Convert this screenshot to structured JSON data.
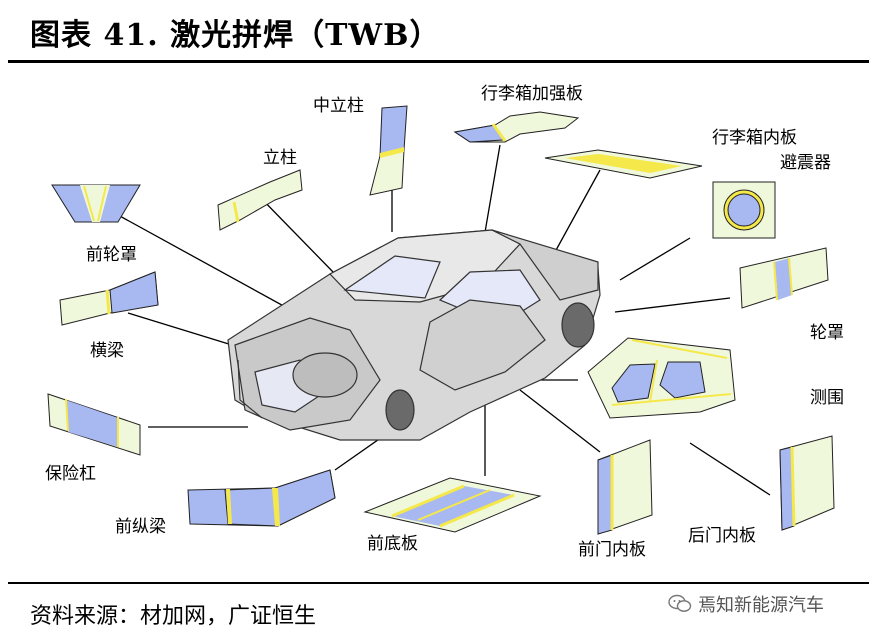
{
  "title": "图表 41. 激光拼焊（TWB）",
  "parts": {
    "center_pillar": "中立柱",
    "trunk_reinforcement": "行李箱加强板",
    "pillar": "立柱",
    "trunk_inner": "行李箱内板",
    "shock_absorber": "避震器",
    "front_wheelhouse": "前轮罩",
    "crossbeam": "横梁",
    "wheelhouse": "轮罩",
    "side_frame": "测围",
    "bumper": "保险杠",
    "front_rail": "前纵梁",
    "front_floor": "前底板",
    "front_door_inner": "前门内板",
    "rear_door_inner": "后门内板"
  },
  "source": "资料来源：材加网，广证恒生",
  "watermark": "焉知新能源汽车",
  "colors": {
    "panel_light": "#f0f8dc",
    "panel_blue": "#a8b8f0",
    "weld_yellow": "#f5e84a",
    "car_body": "#d6d6d6"
  }
}
